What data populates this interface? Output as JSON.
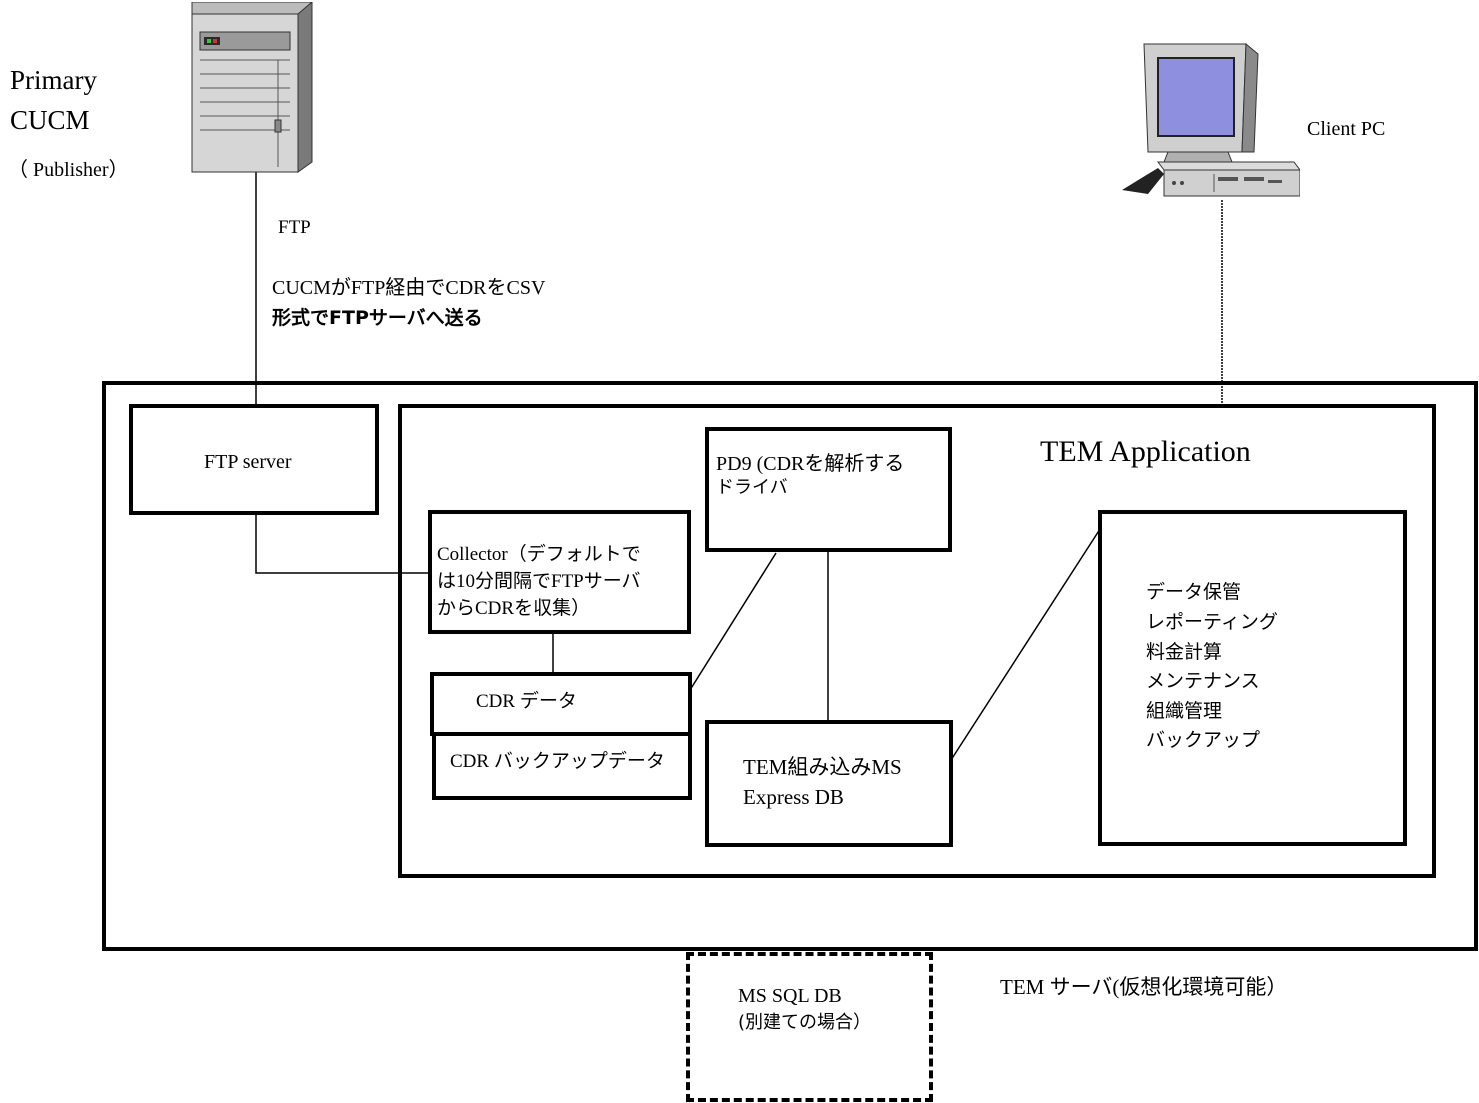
{
  "primary": {
    "line1": "Primary",
    "line2": "CUCM",
    "line3": "（ Publisher）"
  },
  "client_pc": "Client PC",
  "ftp": {
    "label": "FTP",
    "note_line1": "CUCMがFTP経由でCDRをCSV",
    "note_line2": "形式でFTPサーバへ送る"
  },
  "ftp_server": "FTP server",
  "tem_application": "TEM Application",
  "pd9": {
    "line1": "PD9  (CDRを解析する",
    "line2": "ドライバ"
  },
  "collector": {
    "line1": "Collector（デフォルトで",
    "line2": "は10分間隔でFTPサーバ",
    "line3": "からCDRを収集）"
  },
  "cdr_data": "CDR データ",
  "cdr_backup": "CDR バックアップデータ",
  "tem_db": {
    "line1": "TEM組み込みMS",
    "line2": "Express DB"
  },
  "functions": [
    "データ保管",
    "レポーティング",
    "料金計算",
    "メンテナンス",
    "組織管理",
    "バックアップ"
  ],
  "ms_sql": {
    "line1": "MS SQL DB",
    "line2": "(別建ての場合）"
  },
  "tem_server": "TEM サーバ(仮想化環境可能）"
}
